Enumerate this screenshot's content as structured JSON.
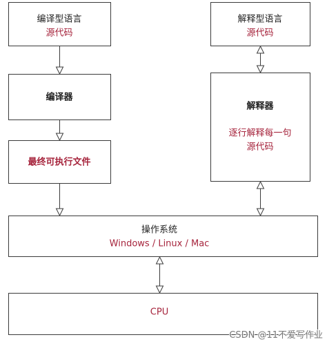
{
  "nodes": {
    "compiled_lang": {
      "title": "编译型语言",
      "subtitle": "源代码"
    },
    "interpreted_lang": {
      "title": "解释型语言",
      "subtitle": "源代码"
    },
    "compiler": {
      "title": "编译器"
    },
    "executable": {
      "title": "最终可执行文件"
    },
    "interpreter": {
      "title": "解释器",
      "line1": "逐行解释每一句",
      "line2": "源代码"
    },
    "os": {
      "title": "操作系统",
      "subtitle": "Windows / Linux / Mac"
    },
    "cpu": {
      "title": "CPU"
    }
  },
  "colors": {
    "accent_red": "#a6243c",
    "border": "#3a3a3a",
    "text": "#222222"
  },
  "watermark": "CSDN @11不爱写作业"
}
